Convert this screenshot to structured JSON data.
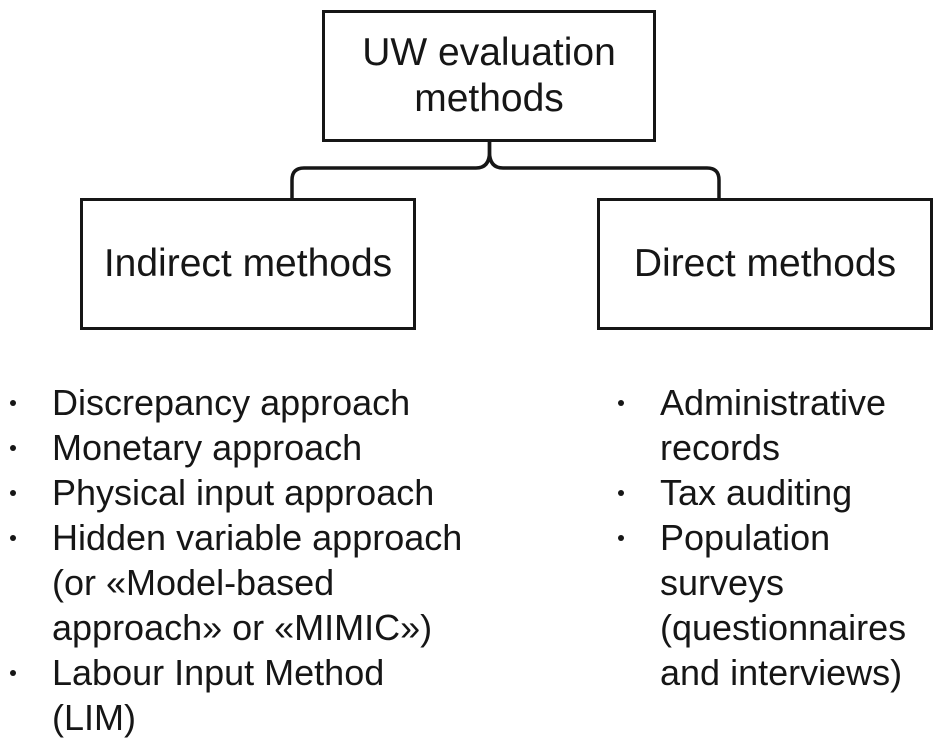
{
  "colors": {
    "background": "#ffffff",
    "ink": "#161616"
  },
  "chart_data": {
    "type": "tree",
    "title": "UW evaluation methods",
    "root": "UW evaluation methods",
    "children": [
      "Indirect methods",
      "Direct methods"
    ],
    "leaves": {
      "Indirect methods": [
        "Discrepancy approach",
        "Monetary approach",
        "Physical input approach",
        "Hidden variable approach (or «Model-based approach» or «MIMIC»)",
        "Labour Input Method (LIM)"
      ],
      "Direct methods": [
        "Administrative records",
        "Tax auditing",
        "Population surveys (questionnaires and interviews)"
      ]
    }
  },
  "diagram": {
    "root_label": "UW evaluation\nmethods",
    "left_branch": {
      "label": "Indirect methods",
      "items": [
        "Discrepancy approach",
        "Monetary approach",
        "Physical input approach",
        "Hidden variable approach\n(or «Model-based\napproach» or «MIMIC»)",
        "Labour Input Method\n(LIM)"
      ]
    },
    "right_branch": {
      "label": "Direct methods",
      "items": [
        "Administrative\nrecords",
        "Tax auditing",
        "Population\nsurveys\n(questionnaires\nand interviews)"
      ]
    }
  }
}
